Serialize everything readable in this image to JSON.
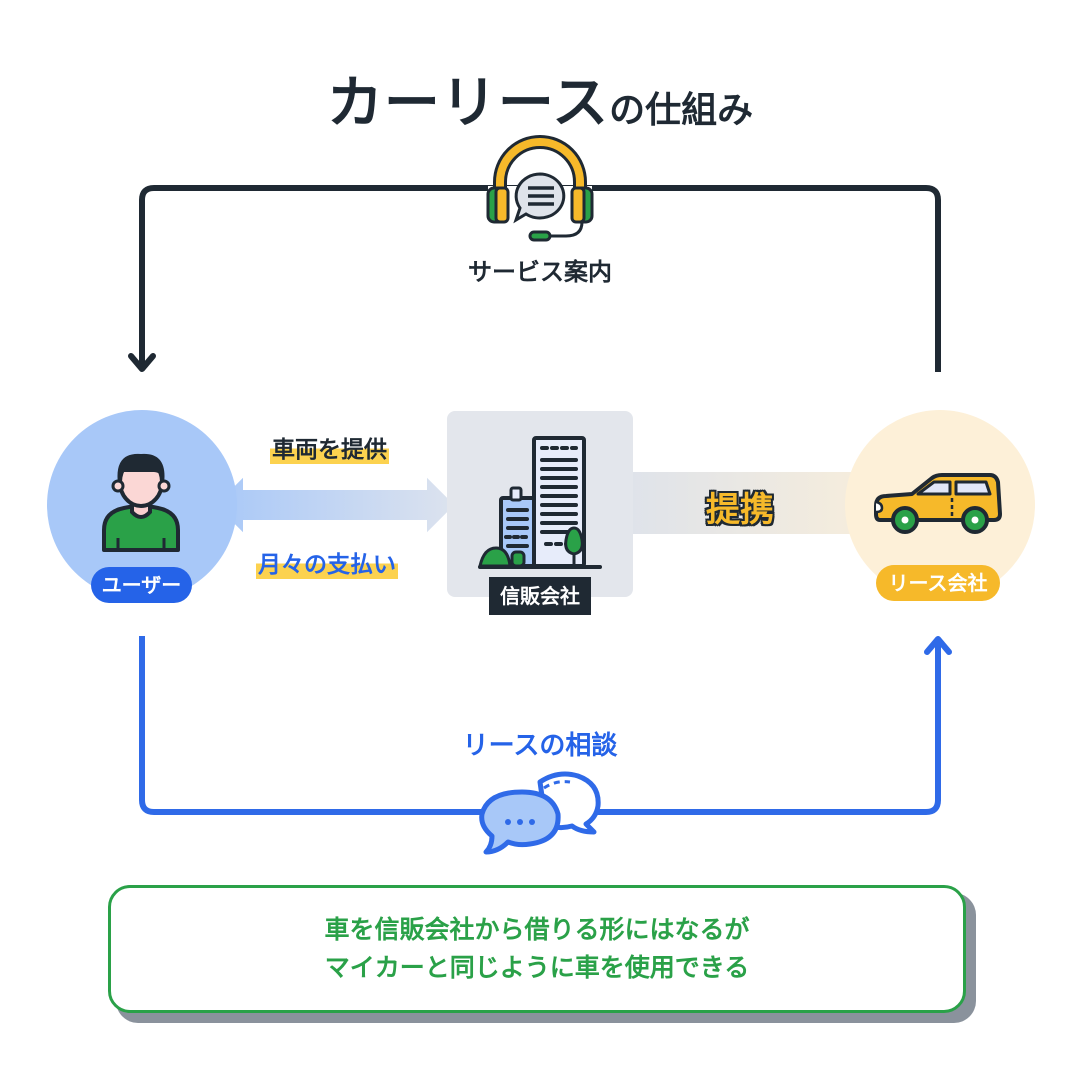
{
  "title": {
    "main": "カーリース",
    "suffix": "の仕組み"
  },
  "top_flow": {
    "label": "サービス案内",
    "icon": "headset-chat-icon",
    "color": "#1f2933"
  },
  "nodes": {
    "user": {
      "label": "ユーザー",
      "icon": "person-icon",
      "circle_color": "#a8c8f8",
      "badge_color": "#2563e8"
    },
    "credit_company": {
      "label": "信販会社",
      "icon": "office-building-icon",
      "badge_color": "#1f2933"
    },
    "lease_company": {
      "label": "リース会社",
      "icon": "car-icon",
      "circle_color": "#fdf0d8",
      "badge_color": "#f6b92a"
    }
  },
  "middle_flow": {
    "provide_label": "車両を提供",
    "payment_label": "月々の支払い",
    "partnership_label": "提携"
  },
  "bottom_flow": {
    "label": "リースの相談",
    "icon": "chat-bubbles-icon",
    "color": "#2563e8"
  },
  "note": {
    "lines": [
      "車を信販会社から借りる形にはなるが",
      "マイカーと同じように車を使用できる"
    ],
    "color": "#2aa148"
  }
}
